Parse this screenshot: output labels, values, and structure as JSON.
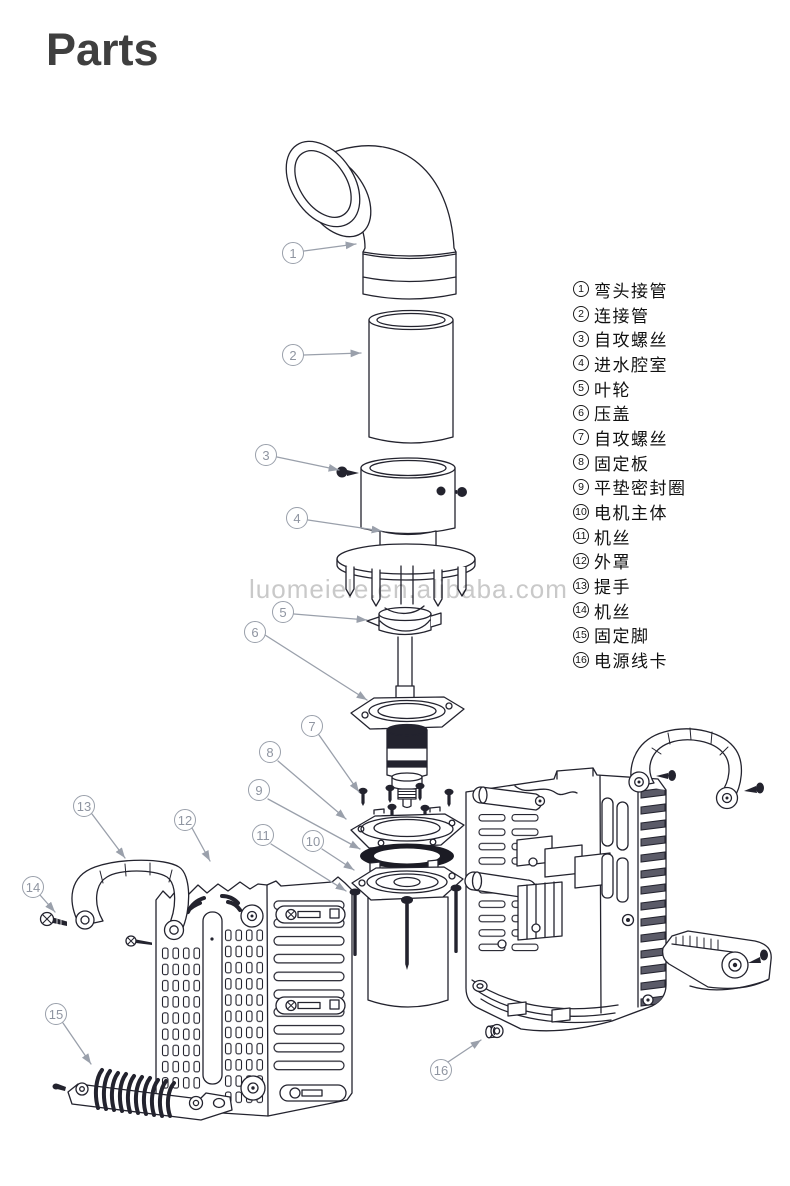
{
  "title": "Parts",
  "watermark": "luomeiele.en.alibaba.com",
  "colors": {
    "line": "#23232e",
    "callout_gray": "#9aa0ab",
    "title_gray": "#3f3f3f",
    "watermark_gray": "#c9c9c9"
  },
  "legend": {
    "items": [
      {
        "num": "1",
        "label": "弯头接管"
      },
      {
        "num": "2",
        "label": "连接管"
      },
      {
        "num": "3",
        "label": "自攻螺丝"
      },
      {
        "num": "4",
        "label": "进水腔室"
      },
      {
        "num": "5",
        "label": "叶轮"
      },
      {
        "num": "6",
        "label": "压盖"
      },
      {
        "num": "7",
        "label": "自攻螺丝"
      },
      {
        "num": "8",
        "label": "固定板"
      },
      {
        "num": "9",
        "label": "平垫密封圈"
      },
      {
        "num": "10",
        "label": "电机主体"
      },
      {
        "num": "11",
        "label": "机丝"
      },
      {
        "num": "12",
        "label": "外罩"
      },
      {
        "num": "13",
        "label": "提手"
      },
      {
        "num": "14",
        "label": "机丝"
      },
      {
        "num": "15",
        "label": "固定脚"
      },
      {
        "num": "16",
        "label": "电源线卡"
      }
    ]
  },
  "callouts": [
    {
      "num": "1"
    },
    {
      "num": "2"
    },
    {
      "num": "3"
    },
    {
      "num": "4"
    },
    {
      "num": "5"
    },
    {
      "num": "6"
    },
    {
      "num": "7"
    },
    {
      "num": "8"
    },
    {
      "num": "9"
    },
    {
      "num": "10"
    },
    {
      "num": "11"
    },
    {
      "num": "12"
    },
    {
      "num": "13"
    },
    {
      "num": "14"
    },
    {
      "num": "15"
    },
    {
      "num": "16"
    }
  ]
}
